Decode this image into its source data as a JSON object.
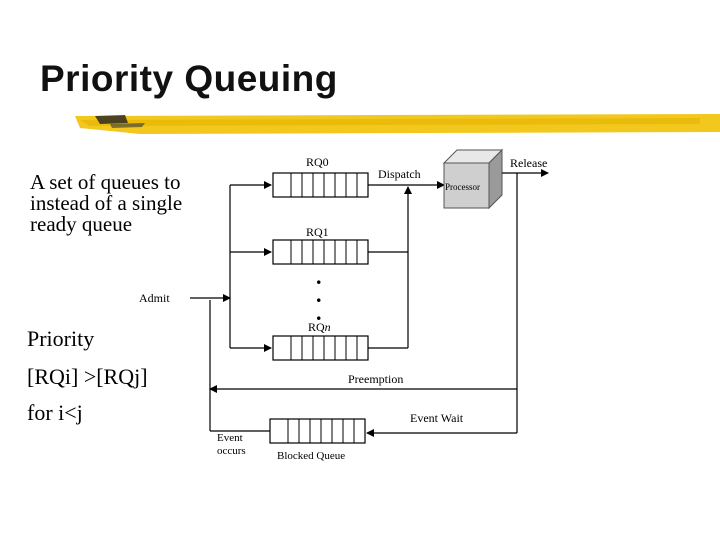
{
  "title": "Priority Queuing",
  "description": "A set of queues to instead of a single ready queue",
  "priority_rule": {
    "line1": "Priority",
    "line2": "[RQi] >[RQj]",
    "line3": "for i<j"
  },
  "diagram": {
    "rq0": "RQ0",
    "rq1": "RQ1",
    "rqn_base": "RQ",
    "rqn_sub": "n",
    "dispatch": "Dispatch",
    "processor": "Processor",
    "release": "Release",
    "admit": "Admit",
    "ellipsis": ". . .",
    "preemption": "Preemption",
    "event_wait": "Event Wait",
    "event_occurs_1": "Event",
    "event_occurs_2": "occurs",
    "blocked_queue": "Blocked Queue"
  },
  "colors": {
    "highlight_stroke": "#f2c81e",
    "highlight_dark": "#e6b300",
    "processor_front": "#cfcfcf",
    "processor_top": "#e8e8e8",
    "processor_side": "#9a9a9a"
  }
}
